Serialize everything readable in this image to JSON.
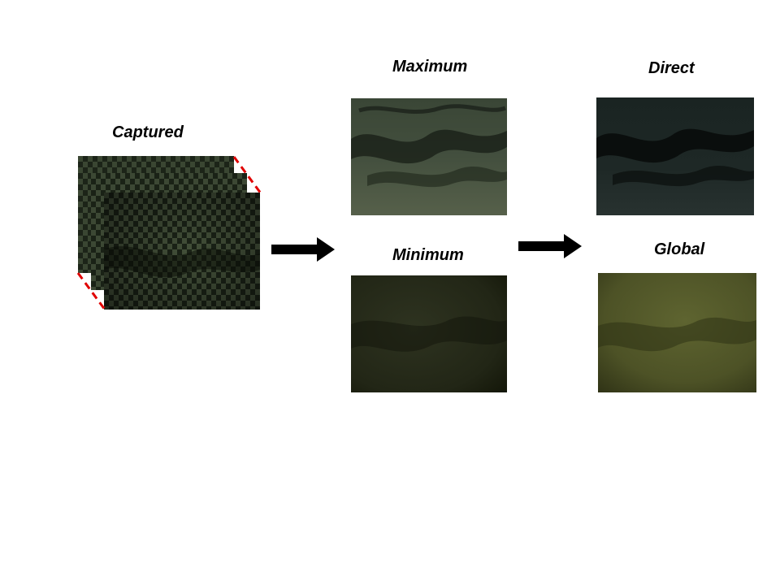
{
  "labels": {
    "captured": "Captured",
    "maximum": "Maximum",
    "minimum": "Minimum",
    "direct": "Direct",
    "global": "Global"
  },
  "colors": {
    "dash": "#e00000",
    "arrow": "#000000",
    "captured_base": "#2a3224",
    "maximum_base": "#3f4a3a",
    "minimum_base": "#262a18",
    "direct_base": "#1c2624",
    "global_base": "#4f5427"
  }
}
